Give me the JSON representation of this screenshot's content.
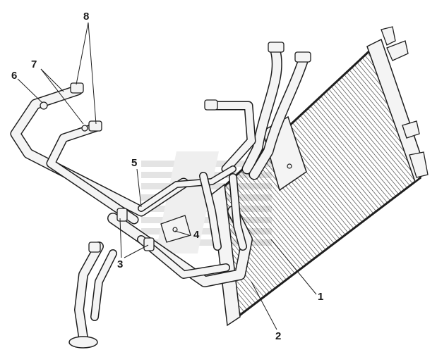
{
  "callouts": {
    "c1": "1",
    "c2": "2",
    "c3": "3",
    "c4": "4",
    "c5": "5",
    "c6": "6",
    "c7": "7",
    "c8": "8"
  },
  "colors": {
    "line": "#1e1e1e",
    "pipe_fill": "#f4f4f4",
    "watermark": "#cfcfcf"
  }
}
